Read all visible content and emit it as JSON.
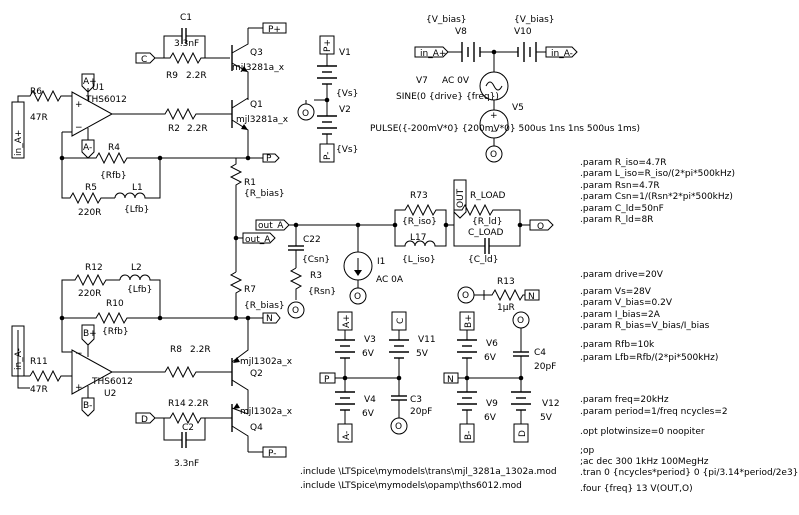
{
  "components": {
    "C1": {
      "ref": "C1",
      "value": "3.3nF"
    },
    "C2": {
      "ref": "C2",
      "value": "3.3nF"
    },
    "C3": {
      "ref": "C3",
      "value": "20pF"
    },
    "C4": {
      "ref": "C4",
      "value": "20pF"
    },
    "C22": {
      "ref": "C22",
      "value": "{Csn}"
    },
    "C_LOAD": {
      "ref": "C_LOAD",
      "value": "{C_ld}"
    },
    "R1": {
      "ref": "R1",
      "value": "{R_bias}"
    },
    "R2": {
      "ref": "R2",
      "value": "2.2R"
    },
    "R3": {
      "ref": "R3",
      "value": "{Rsn}"
    },
    "R4": {
      "ref": "R4",
      "value": "{Rfb}"
    },
    "R5": {
      "ref": "R5",
      "value": "220R"
    },
    "R6": {
      "ref": "R6",
      "value": "47R"
    },
    "R7": {
      "ref": "R7",
      "value": "{R_bias}"
    },
    "R8": {
      "ref": "R8",
      "value": "2.2R"
    },
    "R9": {
      "ref": "R9",
      "value": "2.2R"
    },
    "R10": {
      "ref": "R10",
      "value": "{Rfb}"
    },
    "R11": {
      "ref": "R11",
      "value": "47R"
    },
    "R12": {
      "ref": "R12",
      "value": "220R"
    },
    "R13": {
      "ref": "R13",
      "value": "1μR"
    },
    "R14": {
      "ref": "R14",
      "value": "2.2R"
    },
    "R73": {
      "ref": "R73",
      "value": "{R_iso}"
    },
    "R_LOAD": {
      "ref": "R_LOAD",
      "value": "{R_ld}"
    },
    "L1": {
      "ref": "L1",
      "value": "{Lfb}"
    },
    "L2": {
      "ref": "L2",
      "value": "{Lfb}"
    },
    "L17": {
      "ref": "L17",
      "value": "{L_iso}"
    },
    "Q1": {
      "ref": "Q1",
      "value": "mjl3281a_x"
    },
    "Q2": {
      "ref": "Q2",
      "value": "mjl1302a_x"
    },
    "Q3": {
      "ref": "Q3",
      "value": "mjl3281a_x"
    },
    "Q4": {
      "ref": "Q4",
      "value": "mjl1302a_x"
    },
    "U1": {
      "ref": "U1",
      "value": "THS6012"
    },
    "U2": {
      "ref": "U2",
      "value": "THS6012"
    },
    "V1": {
      "ref": "V1",
      "value": "{Vs}"
    },
    "V2": {
      "ref": "V2",
      "value": "{Vs}"
    },
    "V3": {
      "ref": "V3",
      "value": "6V"
    },
    "V4": {
      "ref": "V4",
      "value": "6V"
    },
    "V5": {
      "ref": "V5",
      "value": "PULSE({-200mV*0} {200mV*0} 500us 1ns 1ns 500us 1ms)"
    },
    "V6": {
      "ref": "V6",
      "value": "6V"
    },
    "V7": {
      "ref": "V7",
      "value": "AC 0V",
      "value2": "SINE(0 {drive} {freq})"
    },
    "V8": {
      "ref": "V8",
      "value": "{V_bias}"
    },
    "V9": {
      "ref": "V9",
      "value": "6V"
    },
    "V10": {
      "ref": "V10",
      "value": "{V_bias}"
    },
    "V11": {
      "ref": "V11",
      "value": "5V"
    },
    "V12": {
      "ref": "V12",
      "value": "5V"
    },
    "I1": {
      "ref": "I1",
      "value": "AC 0A"
    }
  },
  "nets": {
    "in_A_plus": "in_A+",
    "in_A_minus": "in_A-",
    "P_plus": "P+",
    "P_minus": "P-",
    "P": "P",
    "N": "N",
    "C": "C",
    "D": "D",
    "A_plus": "A+",
    "A_minus": "A-",
    "B_plus": "B+",
    "B_minus": "B-",
    "out_A": "out_A",
    "OUT": "OUT",
    "O": "O"
  },
  "params": [
    ".param R_iso=4.7R",
    ".param L_iso=R_iso/(2*pi*500kHz)",
    ".param Rsn=4.7R",
    ".param Csn=1/(Rsn*2*pi*500kHz)",
    ".param C_ld=50nF",
    ".param R_ld=8R",
    ".param drive=20V",
    ".param Vs=28V",
    ".param V_bias=0.2V",
    ".param I_bias=2A",
    ".param R_bias=V_bias/I_bias",
    ".param Rfb=10k",
    ".param Lfb=Rfb/(2*pi*500kHz)",
    ".param freq=20kHz",
    ".param period=1/freq  ncycles=2",
    ".opt plotwinsize=0  noopiter",
    ";op",
    ";ac dec 300 1kHz 100MegHz",
    ".tran 0 {ncycles*period} 0 {pi/3.14*period/2e3}",
    ".four  {freq} 13 V(OUT,O)"
  ],
  "includes": [
    ".include  \\LTSpice\\mymodels\\trans\\mjl_3281a_1302a.mod",
    ".include  \\LTSpice\\mymodels\\opamp\\ths6012.mod"
  ]
}
